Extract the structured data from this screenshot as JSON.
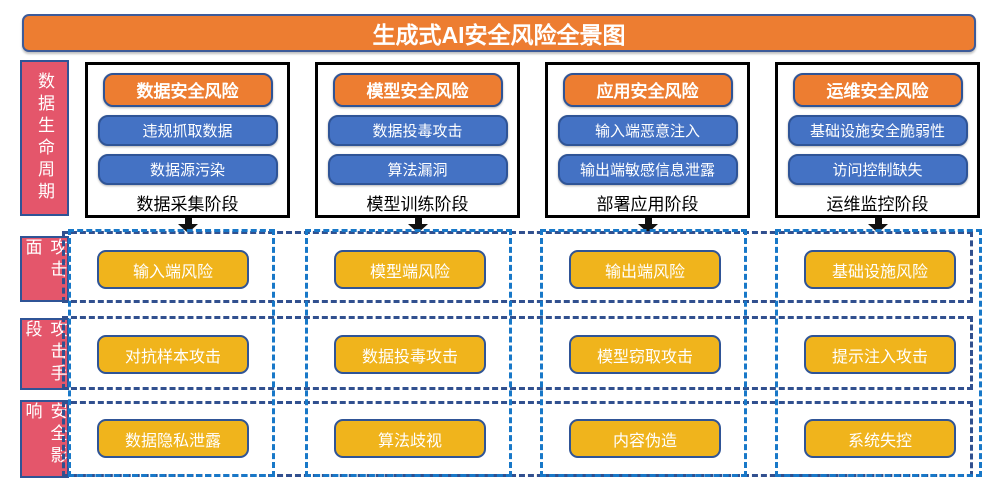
{
  "title": "生成式AI安全风险全景图",
  "rails": {
    "lifecycle": "数据生命周期",
    "attack_surface": "攻击面",
    "attack_method": "攻击手段",
    "impact": "安全影响"
  },
  "columns": [
    {
      "header": "数据安全风险",
      "risk1": "违规抓取数据",
      "risk2": "数据源污染",
      "stage": "数据采集阶段",
      "surface": "输入端风险",
      "method": "对抗样本攻击",
      "impact": "数据隐私泄露"
    },
    {
      "header": "模型安全风险",
      "risk1": "数据投毒攻击",
      "risk2": "算法漏洞",
      "stage": "模型训练阶段",
      "surface": "模型端风险",
      "method": "数据投毒攻击",
      "impact": "算法歧视"
    },
    {
      "header": "应用安全风险",
      "risk1": "输入端恶意注入",
      "risk2": "输出端敏感信息泄露",
      "stage": "部署应用阶段",
      "surface": "输出端风险",
      "method": "模型窃取攻击",
      "impact": "内容伪造"
    },
    {
      "header": "运维安全风险",
      "risk1": "基础设施安全脆弱性",
      "risk2": "访问控制缺失",
      "stage": "运维监控阶段",
      "surface": "基础设施风险",
      "method": "提示注入攻击",
      "impact": "系统失控"
    }
  ],
  "colors": {
    "orange": "#ED7D31",
    "blue": "#4472C4",
    "red": "#E4566B",
    "gold": "#F0B41C",
    "navy_border": "#2F5496",
    "dash_bright_blue": "#1878C8",
    "dash_navy": "#31508F",
    "box_border_black": "#000000"
  }
}
